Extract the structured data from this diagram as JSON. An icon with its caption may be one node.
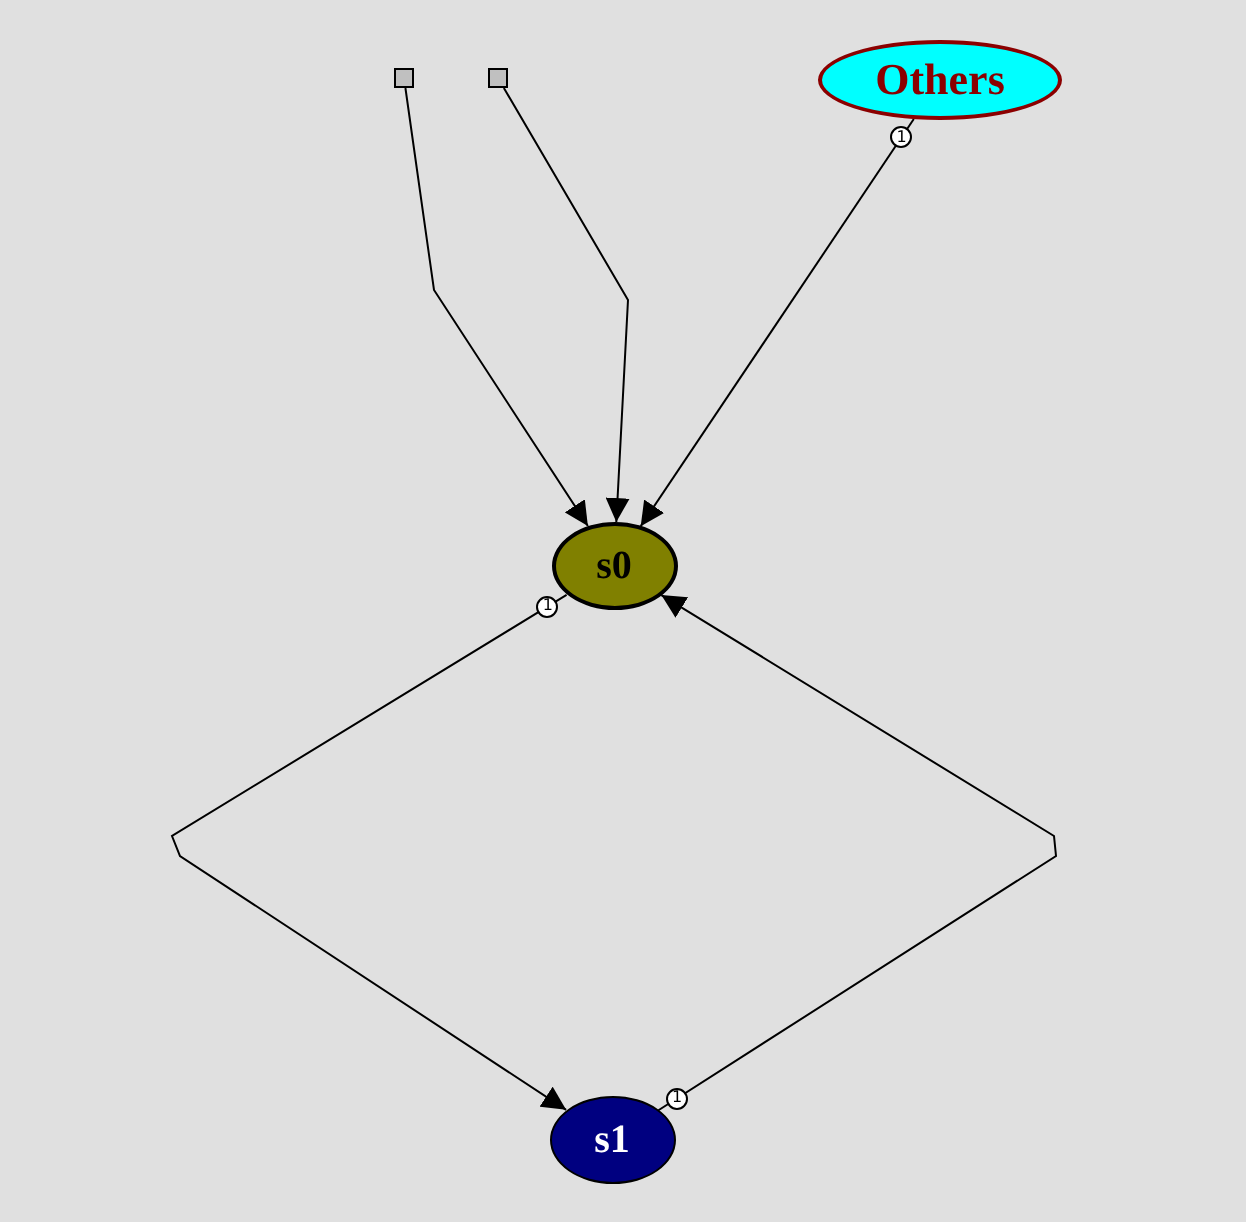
{
  "diagram": {
    "nodes": [
      {
        "text": [],
        "shape": "box"
      },
      {
        "text": [],
        "shape": "box"
      },
      {
        "text": [
          "Others"
        ]
      },
      {
        "text": [
          "s0"
        ]
      },
      {
        "text": [
          "s1"
        ]
      }
    ],
    "edges": [
      {
        "from": 0,
        "to": 3,
        "arrow": "to"
      },
      {
        "from": 1,
        "to": 3,
        "arrow": "to"
      },
      {
        "from": 2,
        "to": 3,
        "arrow": "to",
        "label": "1"
      },
      {
        "from": 3,
        "to": 4,
        "arrow": "to",
        "label": "1"
      },
      {
        "from": 4,
        "to": 3,
        "arrow": "to",
        "label": "1"
      }
    ]
  }
}
